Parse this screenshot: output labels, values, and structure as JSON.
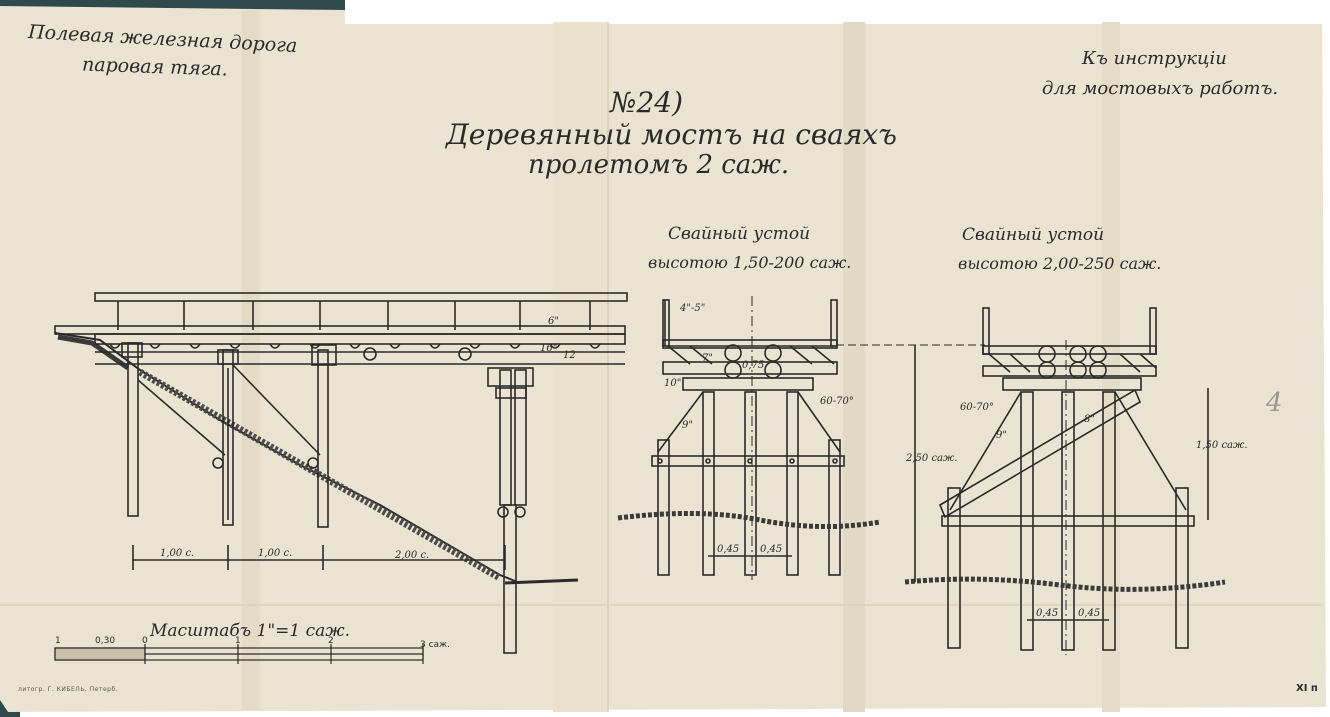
{
  "header": {
    "left_line1": "Полевая железная дорога",
    "left_line2": "паровая тяга.",
    "right_line1": "Къ инструкціи",
    "right_line2": "для мостовыхъ работъ."
  },
  "title": {
    "number": "№24)",
    "line1": "Деревянный мостъ на сваяхъ",
    "line2": "пролетомъ 2 саж."
  },
  "section1": {
    "line1": "Свайный устой",
    "line2": "высотою 1,50-200 саж."
  },
  "section2": {
    "line1": "Свайный устой",
    "line2": "высотою 2,00-250 саж."
  },
  "dimensions": {
    "span_a": "1,00 с.",
    "span_b": "1,00 с.",
    "span_c": "2,00 с.",
    "d_6": "6\"",
    "d_16": "16\"",
    "d_12": "12",
    "d_4_5": "4\"-5\"",
    "d_7": "7\"",
    "d_075": "0,75",
    "d_10": "10\"",
    "d_9a": "9\"",
    "d_60_70_a": "60-70°",
    "d_045_a": "0,45",
    "d_045_b": "0,45",
    "d_250": "2,50 саж.",
    "d_60_70_b": "60-70°",
    "d_9b": "9\"",
    "d_8": "8\"",
    "d_150": "1,50 саж.",
    "d_045_c": "0,45",
    "d_045_d": "0,45"
  },
  "scale": {
    "title": "Масштабъ 1\"=1 саж.",
    "tick_1": "1",
    "tick_030": "0,30",
    "tick_0": "0",
    "tick_one": "1",
    "tick_two": "2",
    "tick_3": "3 саж."
  },
  "footer": {
    "printer": "литогр. Г. КИБЕЛЬ, Петерб.",
    "plate": "XI п"
  },
  "pencil_mark": "4",
  "colors": {
    "paper": "#ebe3d1",
    "paper_shade": "#e2d9c4",
    "ink": "#2a2a2a",
    "backing": "#2f4a4a"
  }
}
